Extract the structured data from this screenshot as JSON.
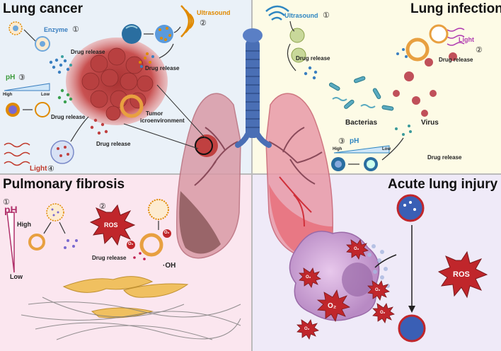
{
  "quadrants": {
    "lung_cancer": {
      "title": "Lung cancer",
      "enzyme": "Enzyme",
      "enzyme_num": "①",
      "ultrasound": "Ultrasound",
      "ultrasound_num": "②",
      "ph": "pH",
      "ph_num": "③",
      "ph_high": "High",
      "ph_low": "Low",
      "light": "Light",
      "light_num": "④",
      "drug_release": "Drug release",
      "tumor_label_1": "Tumor",
      "tumor_label_2": "icroenvironment"
    },
    "lung_infection": {
      "title": "Lung infection",
      "ultrasound": "Ultrasound",
      "ultrasound_num": "①",
      "light": "Light",
      "light_num": "②",
      "ph": "pH",
      "ph_num": "③",
      "ph_high": "High",
      "ph_low": "Low",
      "drug_release": "Drug release",
      "bacterias": "Bacterias",
      "virus": "Virus"
    },
    "pulmonary_fibrosis": {
      "title": "Pulmonary fibrosis",
      "ph_num": "①",
      "ph": "pH",
      "ph_high": "High",
      "ph_low": "Low",
      "ros_num": "②",
      "ros": "ROS",
      "o2": "O₂",
      "oh": "·OH",
      "drug_release": "Drug release"
    },
    "acute_lung_injury": {
      "title": "Acute lung injury",
      "ros": "ROS",
      "o2": "O₂"
    }
  },
  "colors": {
    "lung_cancer_bg": "#eaf1f8",
    "lung_infection_bg": "#fdfbe6",
    "pulmonary_fibrosis_bg": "#fbe6ef",
    "acute_lung_injury_bg": "#efeaf8",
    "ph_accent": "#3a9a3a",
    "light_accent": "#c0392b",
    "ultrasound_accent": "#e08a00",
    "infection_ultrasound": "#2e86c1",
    "infection_light": "#b03ab0",
    "ros_red": "#c0262b",
    "fibrosis_ph": "#b0306a"
  }
}
